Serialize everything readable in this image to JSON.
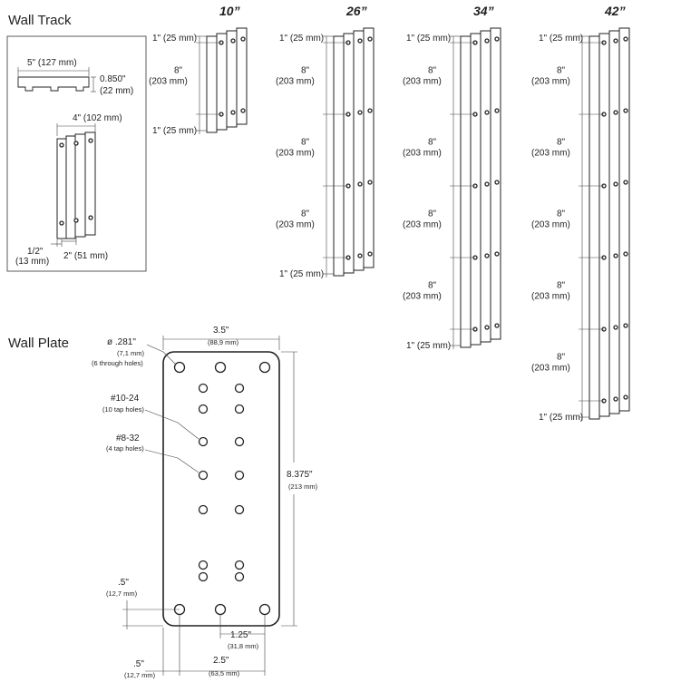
{
  "wall_track": {
    "title": "Wall Track",
    "profile_width": "5\" (127 mm)",
    "profile_depth_in": "0.850\"",
    "profile_depth_mm": "(22 mm)",
    "track_width": "4\" (102 mm)",
    "edge_in": "1/2\"",
    "edge_mm": "(13 mm)",
    "spacing": "2\" (51 mm)"
  },
  "tracks": [
    {
      "length": "10”",
      "gaps": 1
    },
    {
      "length": "26”",
      "gaps": 3
    },
    {
      "length": "34”",
      "gaps": 4
    },
    {
      "length": "42”",
      "gaps": 5
    }
  ],
  "track_dims": {
    "end_gap": "1\" (25 mm)",
    "mid_gap_in": "8\"",
    "mid_gap_mm": "(203 mm)"
  },
  "wall_plate": {
    "title": "Wall Plate",
    "width_in": "3.5\"",
    "width_mm": "(88,9 mm)",
    "height_in": "8.375\"",
    "height_mm": "(213 mm)",
    "through_in": "ø .281\"",
    "through_mm": "(7,1 mm)",
    "through_note": "(6 through holes)",
    "tap1024": "#10-24",
    "tap1024_note": "(10 tap holes)",
    "tap832": "#8-32",
    "tap832_note": "(4 tap holes)",
    "bottom_in": ".5\"",
    "bottom_mm": "(12,7 mm)",
    "left_in": ".5\"",
    "left_mm": "(12,7 mm)",
    "half_in": "1.25\"",
    "half_mm": "(31,8 mm)",
    "span_in": "2.5\"",
    "span_mm": "(63,5 mm)"
  }
}
